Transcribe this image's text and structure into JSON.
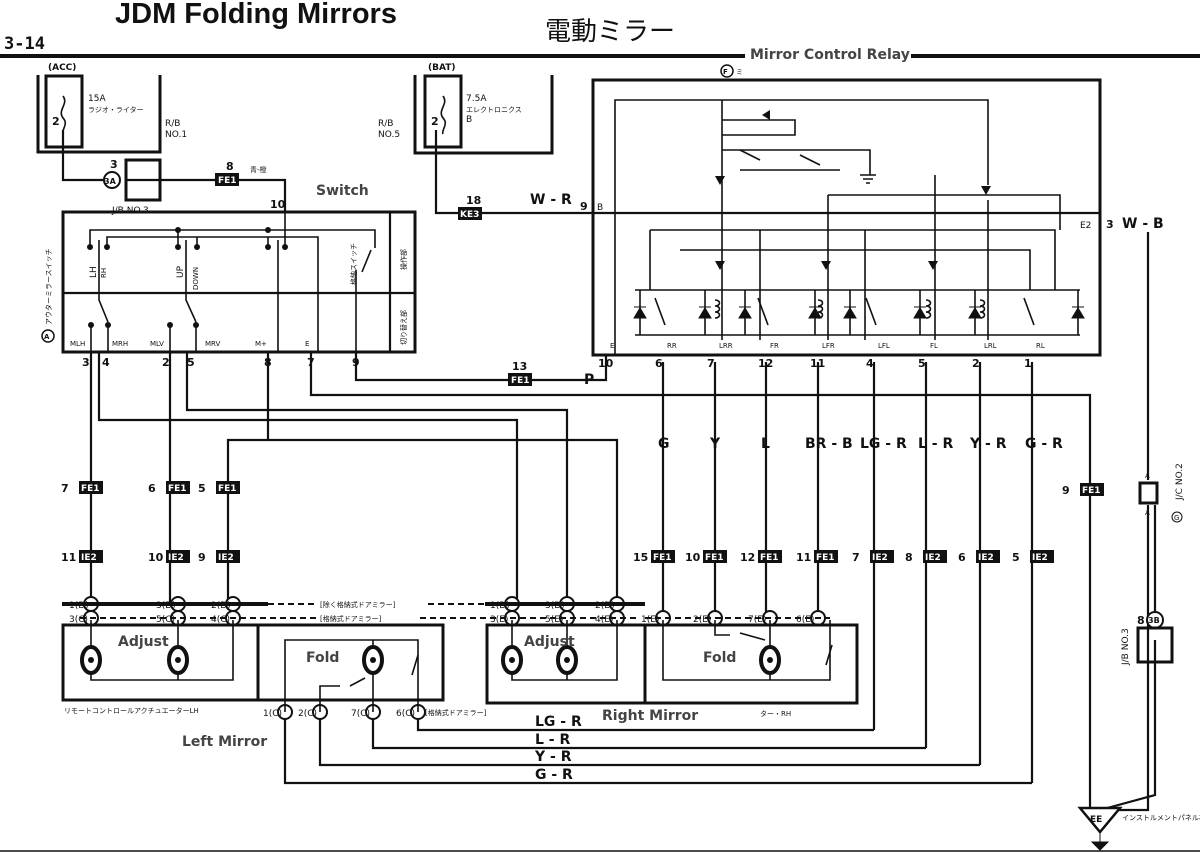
{
  "title": "JDM Folding Mirrors",
  "page_number": "3-14",
  "jp_title": "電動ミラー",
  "annotations": {
    "mirror_control_relay": "Mirror Control Relay",
    "switch": "Switch",
    "adjust_left": "Adjust",
    "fold_left": "Fold",
    "adjust_right": "Adjust",
    "fold_right": "Fold",
    "left_mirror": "Left Mirror",
    "right_mirror": "Right Mirror"
  },
  "fuses": [
    {
      "source": "(ACC)",
      "rating": "15A",
      "name": "ラジオ・ライター",
      "box": "R/B",
      "box_no": "NO.1",
      "pin": "2"
    },
    {
      "source": "(BAT)",
      "rating": "7.5A",
      "name": "エレクトロニクス",
      "suffix": "B",
      "box": "R/B",
      "box_no": "NO.5",
      "pin": "2"
    }
  ],
  "junction_block": {
    "connector": "3A",
    "pin": "3",
    "label": "J/B NO.3"
  },
  "switch": {
    "ref": "A",
    "name": "アウターミラースイッチ",
    "top_pin": "10",
    "positions": [
      "LH",
      "RH",
      "UP",
      "DOWN"
    ],
    "retract_switch": "格納スイッチ",
    "section_upper": "操作部",
    "section_lower": "切り替え部",
    "terminals": [
      {
        "label": "MLH",
        "pin": "3"
      },
      {
        "label": "MRH",
        "pin": "4"
      },
      {
        "label": "MLV",
        "pin": "2"
      },
      {
        "label": "MRV",
        "pin": "5"
      },
      {
        "label": "M+",
        "pin": "8"
      },
      {
        "label": "E",
        "pin": "7"
      },
      {
        "label": "",
        "pin": "9"
      }
    ]
  },
  "relay": {
    "ref": "F",
    "ref_suffix": "ミ",
    "input_pin": "9",
    "input_term": "B",
    "ground_pin": "3",
    "ground_term": "E2",
    "terminals": [
      {
        "label": "E",
        "pin": "10"
      },
      {
        "label": "RR",
        "pin": "6"
      },
      {
        "label": "LRR",
        "pin": "7"
      },
      {
        "label": "FR",
        "pin": "12"
      },
      {
        "label": "LFR",
        "pin": "11"
      },
      {
        "label": "LFL",
        "pin": "4"
      },
      {
        "label": "FL",
        "pin": "5"
      },
      {
        "label": "LRL",
        "pin": "2"
      },
      {
        "label": "RL",
        "pin": "1"
      }
    ]
  },
  "wires": {
    "bat_to_relay": "W - R",
    "relay_ground": "W - B",
    "switch_to_relay": "P",
    "relay_outputs": [
      "G",
      "Y",
      "L",
      "BR - B",
      "LG - R",
      "L - R",
      "Y - R",
      "G - R"
    ],
    "left_fold": [
      "LG - R",
      "L - R",
      "Y - R",
      "G - R"
    ]
  },
  "connectors": {
    "fe1_top": {
      "pin": "8",
      "name": "FE1",
      "wire": "青-橙"
    },
    "ke3": {
      "pin": "18",
      "name": "KE3"
    },
    "fe1_p": {
      "pin": "13",
      "name": "FE1"
    },
    "left_fe1": [
      {
        "pin": "7",
        "name": "FE1"
      },
      {
        "pin": "6",
        "name": "FE1"
      },
      {
        "pin": "5",
        "name": "FE1"
      }
    ],
    "left_ie2": [
      {
        "pin": "11",
        "name": "IE2"
      },
      {
        "pin": "10",
        "name": "IE2"
      },
      {
        "pin": "9",
        "name": "IE2"
      }
    ],
    "right_row": [
      {
        "pin": "15",
        "name": "FE1"
      },
      {
        "pin": "10",
        "name": "FE1"
      },
      {
        "pin": "12",
        "name": "FE1"
      },
      {
        "pin": "11",
        "name": "FE1"
      },
      {
        "pin": "7",
        "name": "IE2"
      },
      {
        "pin": "8",
        "name": "IE2"
      },
      {
        "pin": "6",
        "name": "IE2"
      },
      {
        "pin": "5",
        "name": "IE2"
      }
    ],
    "ground_fe1": {
      "pin": "9",
      "name": "FE1"
    },
    "left_mirror_top": [
      "1(D)",
      "3(D)",
      "2(D)"
    ],
    "left_mirror_c": [
      "3(C)",
      "5(C)",
      "4(C)"
    ],
    "left_fold_c": [
      "1(C)",
      "2(C)",
      "7(C)",
      "6(C)"
    ],
    "right_mirror_top": [
      "1(D)",
      "3(D)",
      "2(D)"
    ],
    "right_mirror_e": [
      "3(E)",
      "5(E)",
      "4(E)",
      "1(E)",
      "2(E)",
      "7(E)",
      "6(E)"
    ]
  },
  "mirror_labels": {
    "non_folding": "[除く格納式ドアミラー]",
    "folding": "[格納式ドアミラー]",
    "folding_bottom": "[格納式ドアミラー]",
    "actuator_lh": "リモートコントロールアクチュエーターLH",
    "actuator_rh": "ター・RH"
  },
  "jc": {
    "label": "J/C NO.2",
    "ref": "G",
    "pin_a": "A"
  },
  "jb3": {
    "connector": "3B",
    "pin": "8",
    "label": "J/B NO.3"
  },
  "ground": {
    "code": "EE",
    "location": "インストルメントパネル右側"
  }
}
